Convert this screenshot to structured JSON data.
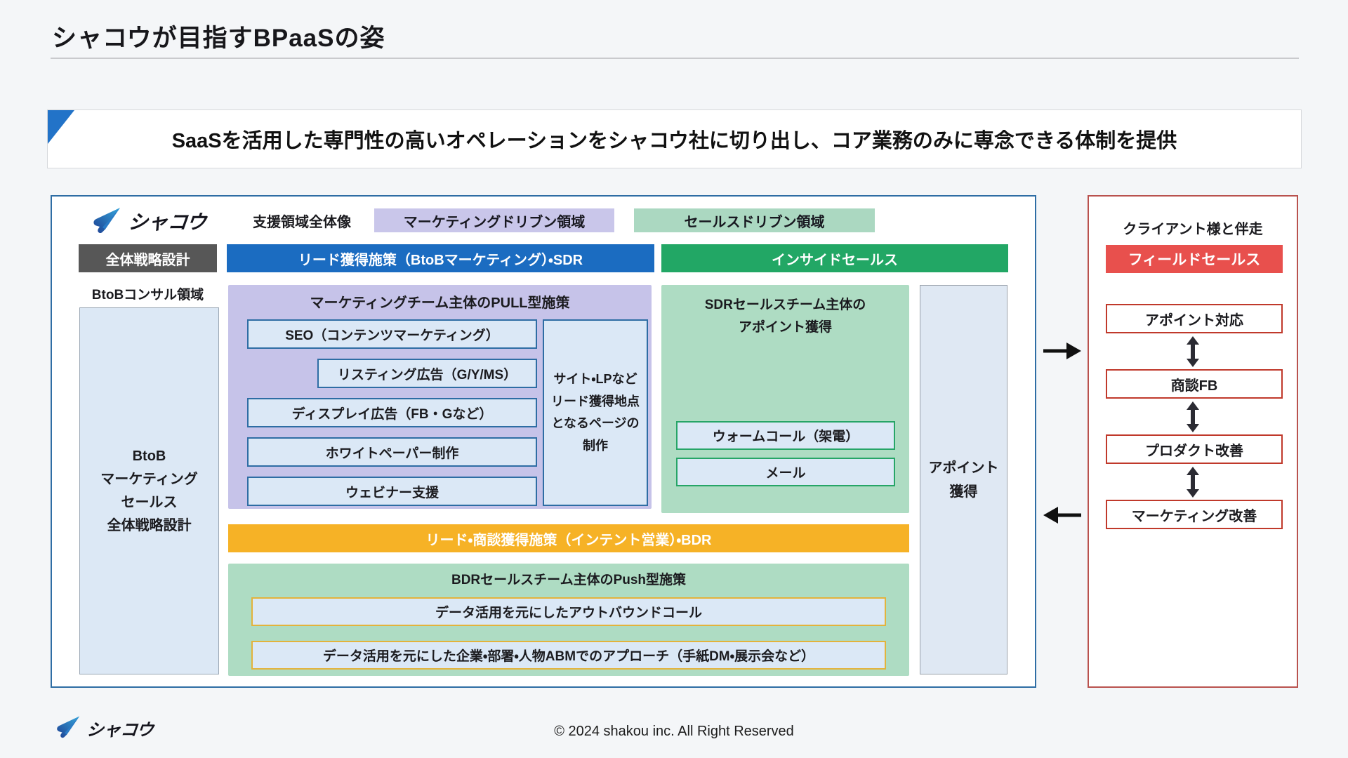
{
  "page": {
    "title": "シャコウが目指すBPaaSの姿",
    "subtitle": "SaaSを活用した専門性の高いオペレーションをシャコウ社に切り出し、コア業務のみに専念できる体制を提供",
    "brand_name": "シャコウ",
    "footer_copyright": "© 2024 shakou inc. All Right Reserved"
  },
  "colors": {
    "page_background": "#f4f6f8",
    "main_border_blue": "#2e6da4",
    "marketing_domain_purple": "#c9c6ea",
    "sales_domain_green": "#abd8c1",
    "strategy_gray": "#575757",
    "lead_band_blue": "#1b6cc1",
    "inside_sales_green": "#22a765",
    "pull_section_purple": "#c6c3e9",
    "sdr_section_green": "#aedcc3",
    "item_box_blue": "#dbe8f6",
    "bdr_band_orange": "#f6b226",
    "bdr_item_border_yellow": "#e3b33c",
    "client_border_red": "#b9524e",
    "field_sales_red": "#e8504d",
    "triangle_blue": "#2273c8"
  },
  "main_diagram": {
    "overall_label": "支援領域全体像",
    "marketing_domain_label": "マーケティングドリブン領域",
    "sales_domain_label": "セールスドリブン領域",
    "strategy_band": "全体戦略設計",
    "lead_band": "リード獲得施策（BtoBマーケティング）・SDR",
    "inside_sales_band": "インサイドセールス",
    "consult_label": "BtoBコンサル領域",
    "consult_box_lines": [
      "BtoB",
      "マーケティング",
      "セールス",
      "全体戦略設計"
    ],
    "pull_section": {
      "title": "マーケティングチーム主体のPULL型施策",
      "items": [
        "SEO（コンテンツマーケティング）",
        "リスティング広告（G/Y/MS）",
        "ディスプレイ広告（FB・Gなど）",
        "ホワイトペーパー制作",
        "ウェビナー支援"
      ],
      "side_box_lines": [
        "サイト・LPなど",
        "リード獲得地点",
        "となるページの",
        "制作"
      ]
    },
    "sdr_section": {
      "title_lines": [
        "SDRセールスチーム主体の",
        "アポイント獲得"
      ],
      "items": [
        "ウォームコール（架電）",
        "メール"
      ]
    },
    "appointment_column_lines": [
      "アポイント",
      "獲得"
    ],
    "bdr_band": "リード・商談獲得施策（インテント営業）・BDR",
    "bdr_section": {
      "title": "BDRセールスチーム主体のPush型施策",
      "items": [
        "データ活用を元にしたアウトバウンドコール",
        "データ活用を元にした企業・部署・人物ABMでのアプローチ（手紙DM・展示会など）"
      ]
    }
  },
  "client_panel": {
    "title": "クライアント様と伴走",
    "badge": "フィールドセールス",
    "steps": [
      "アポイント対応",
      "商談FB",
      "プロダクト改善",
      "マーケティング改善"
    ]
  }
}
